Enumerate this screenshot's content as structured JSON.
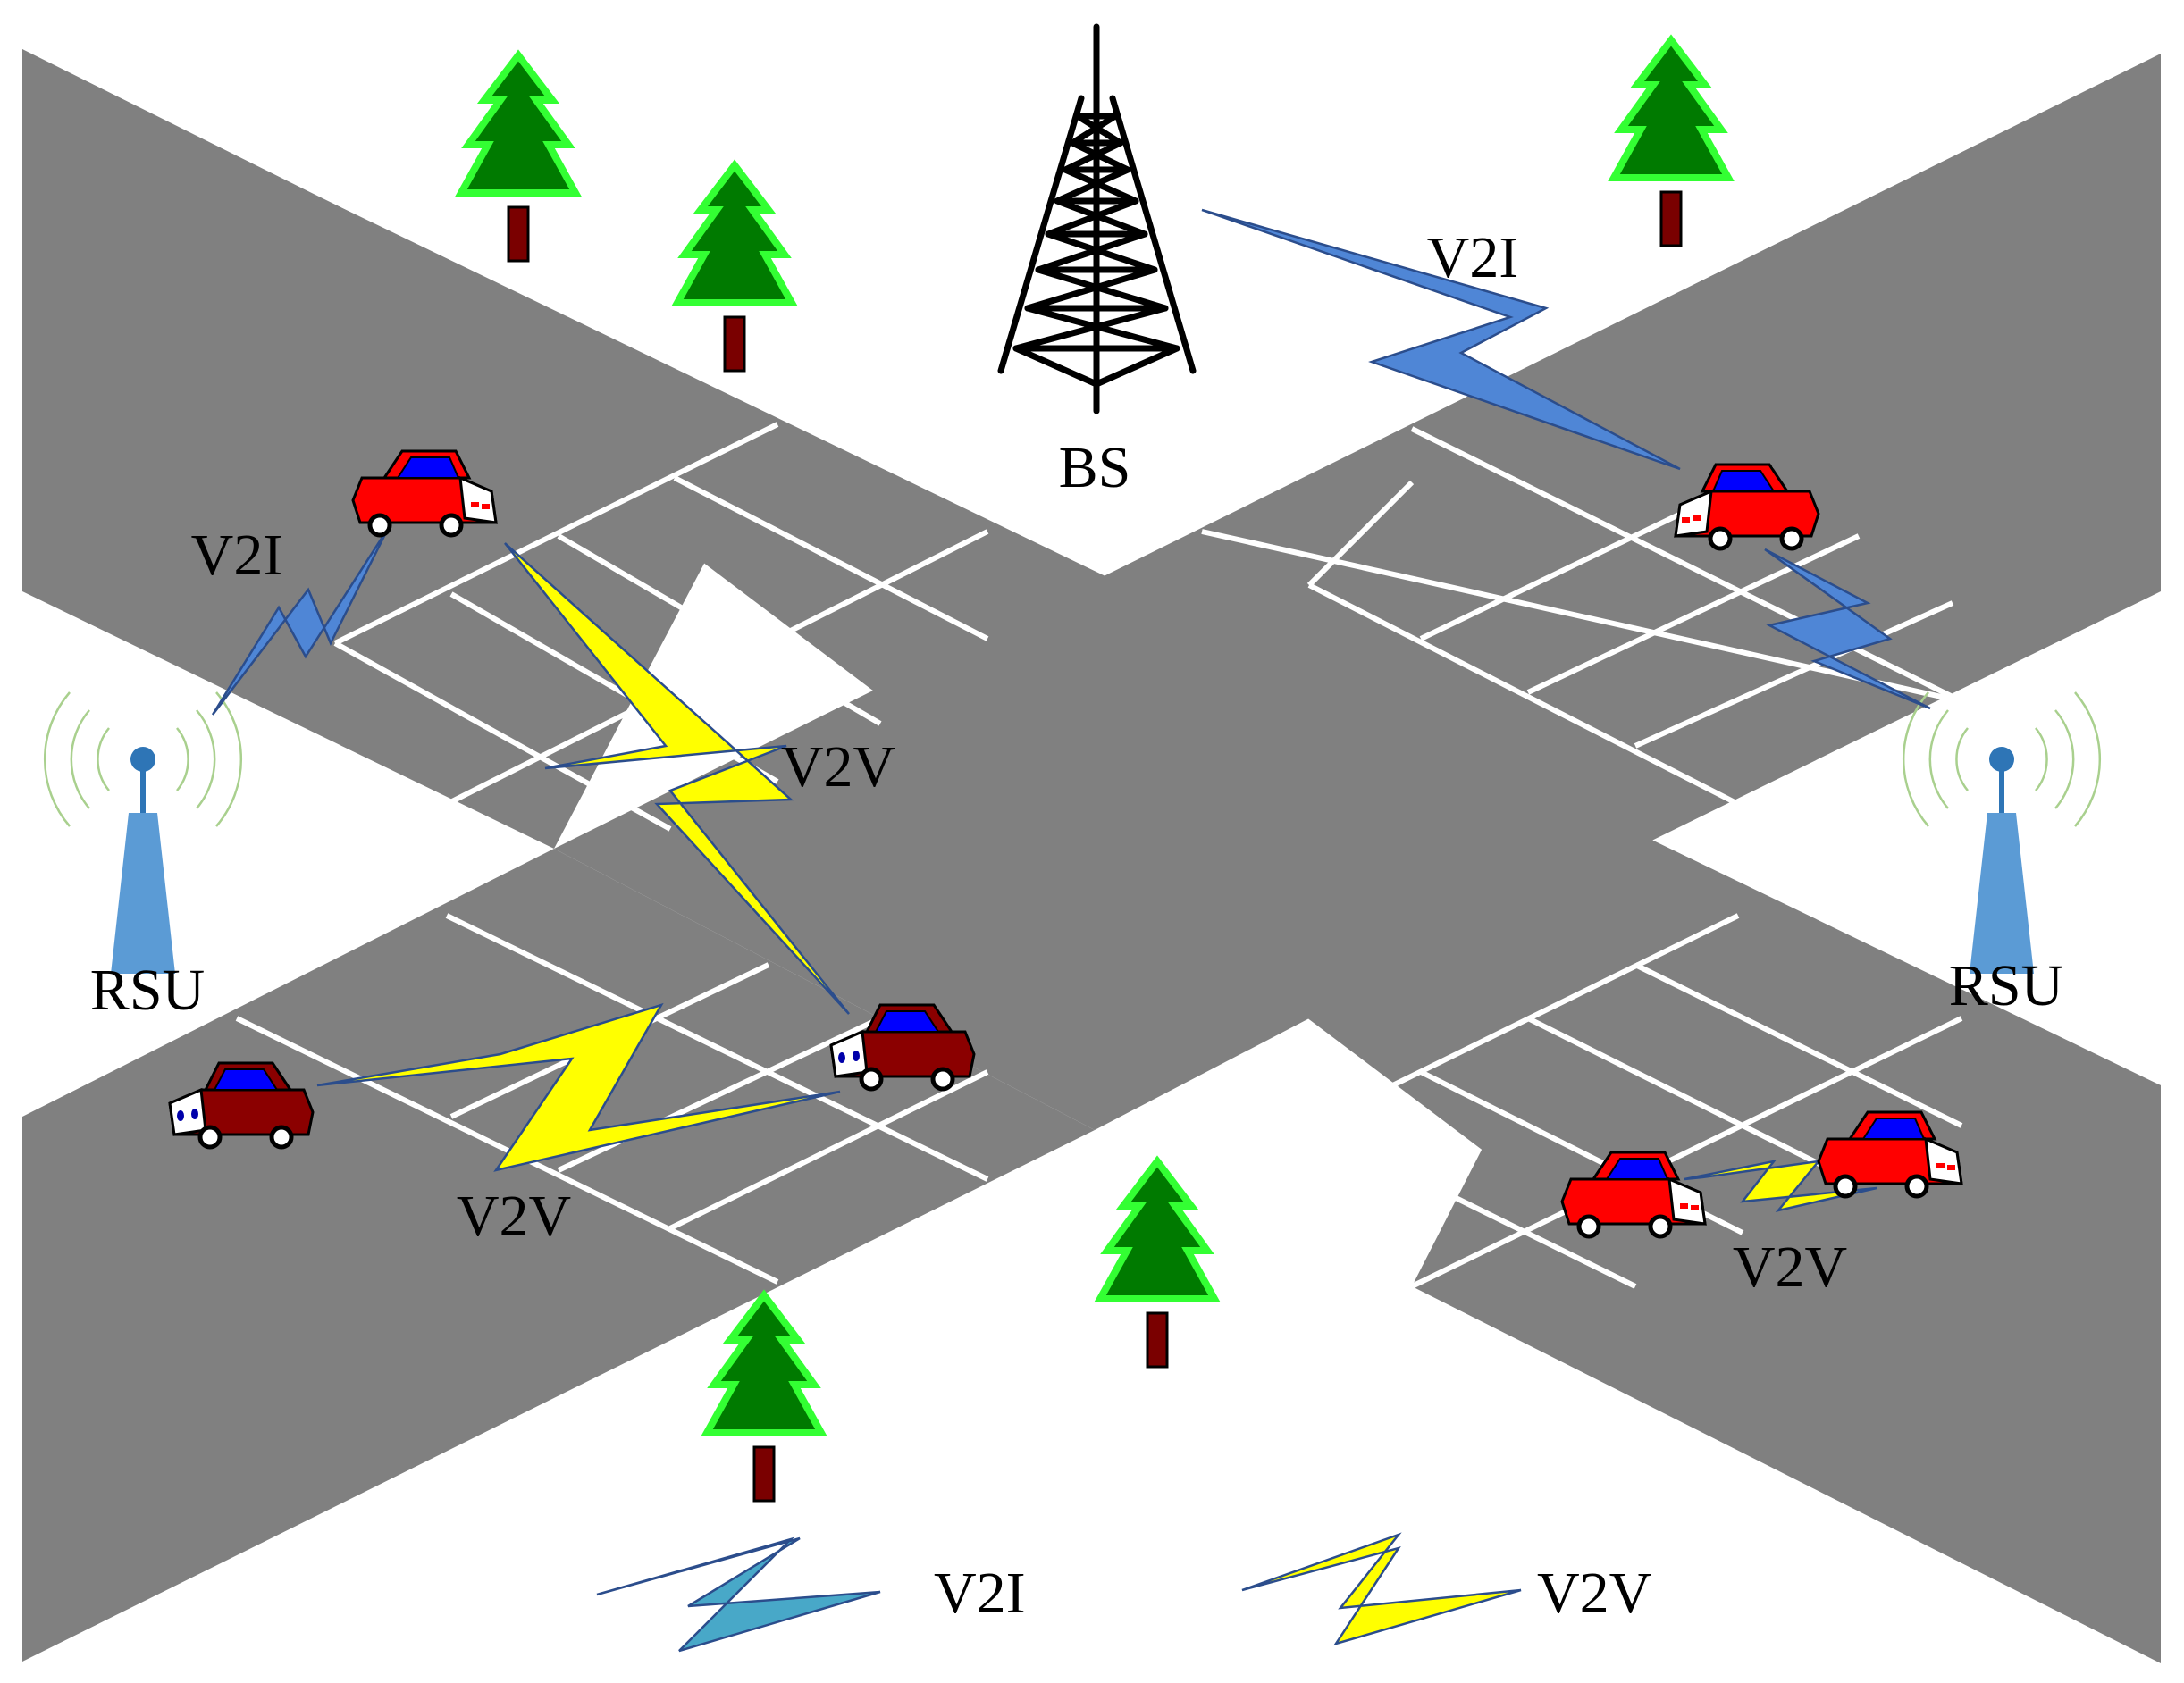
{
  "labels": {
    "bs": "BS",
    "rsu_left": "RSU",
    "rsu_right": "RSU",
    "v2i_top_right": "V2I",
    "v2i_left": "V2I",
    "v2v_middle": "V2V",
    "v2v_bottom_left": "V2V",
    "v2v_bottom_right": "V2V"
  },
  "legend": {
    "v2i_label": "V2I",
    "v2v_label": "V2V"
  },
  "colors": {
    "road": "#808080",
    "lane_lines": "#ffffff",
    "background": "#ffffff",
    "v2i_link": "#4f86d6",
    "v2i_legend": "#48a8c8",
    "v2v_link": "#ffff00",
    "link_outline": "#2b4d8c",
    "rsu": "#5b9bd5",
    "rsu_waves": "#a9d08e",
    "tree_foliage": "#007a00",
    "tree_outline": "#33ff33",
    "tree_trunk": "#7a0000",
    "car_red": "#ff0000",
    "car_dark_red": "#8b0000",
    "car_window": "#0000ff",
    "tower": "#000000"
  },
  "icons": [
    "base-station-tower-icon",
    "rsu-antenna-icon",
    "tree-icon",
    "car-icon",
    "lightning-link-icon"
  ]
}
